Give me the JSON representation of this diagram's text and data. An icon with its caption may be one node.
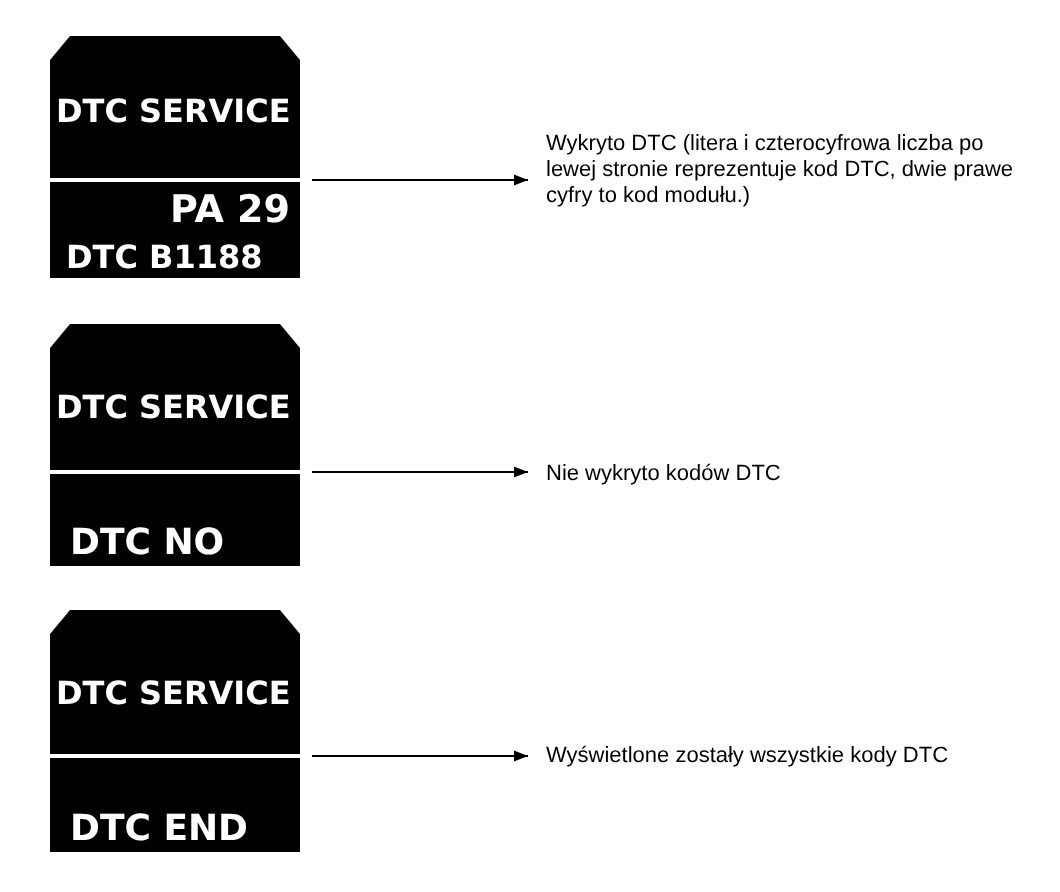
{
  "diagram": {
    "nodes": [
      {
        "text": [
          "DTC SERVICE",
          "PA 29",
          "DTC B1188"
        ]
      },
      {
        "text": [
          "Wykryto DTC (litera i czterocyfrowa liczba po lewej stronie reprezentuje kod DTC, dwie prawe cyfry to kod modułu.)"
        ]
      },
      {
        "text": [
          "DTC SERVICE",
          "DTC NO"
        ]
      },
      {
        "text": [
          "Nie wykryto kodów DTC"
        ]
      },
      {
        "text": [
          "DTC SERVICE",
          "DTC END"
        ]
      },
      {
        "text": [
          "Wyświetlone zostały wszystkie kody DTC"
        ]
      }
    ],
    "edges": [
      {
        "from": 0,
        "to": 1,
        "arrow": "to"
      },
      {
        "from": 2,
        "to": 3,
        "arrow": "to"
      },
      {
        "from": 4,
        "to": 5,
        "arrow": "to"
      }
    ]
  }
}
